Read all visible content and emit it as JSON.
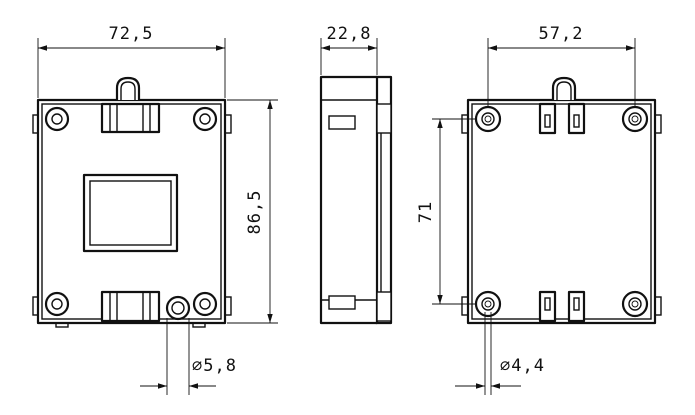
{
  "drawing": {
    "front_view": {
      "width_label": "72,5",
      "height_label": "86,5",
      "hole_label": "⌀5,8"
    },
    "side_view": {
      "depth_label": "22,8"
    },
    "back_view": {
      "hole_spacing_h_label": "57,2",
      "hole_spacing_v_label": "71",
      "hole_label": "⌀4,4"
    }
  }
}
